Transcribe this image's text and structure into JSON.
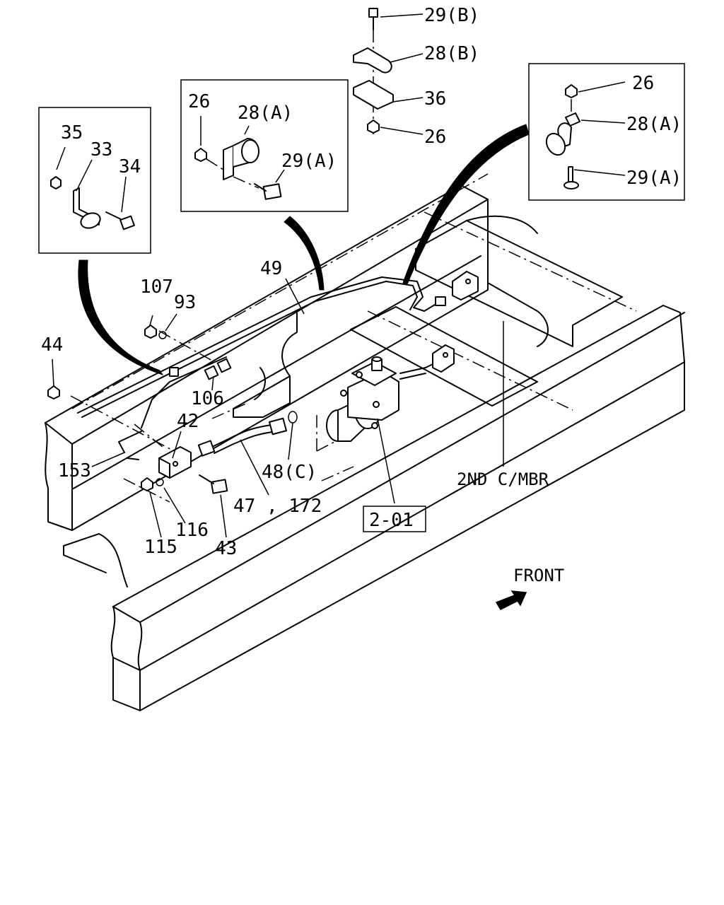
{
  "diagram": {
    "front_label": "FRONT",
    "crossmember_label": "2ND C/MBR",
    "ref_box": "2-01",
    "callouts": {
      "c29b": "29(B)",
      "c28b": "28(B)",
      "c36": "36",
      "c26_top": "26",
      "c26_center_a": "26",
      "c28a_center": "28(A)",
      "c29a_center": "29(A)",
      "c35": "35",
      "c33": "33",
      "c34": "34",
      "c26_right": "26",
      "c28a_right": "28(A)",
      "c29a_right": "29(A)",
      "c49": "49",
      "c107": "107",
      "c93": "93",
      "c44": "44",
      "c106": "106",
      "c42": "42",
      "c153": "153",
      "c48c": "48(C)",
      "c47_172": "47 , 172",
      "c116": "116",
      "c115": "115",
      "c43": "43"
    }
  }
}
